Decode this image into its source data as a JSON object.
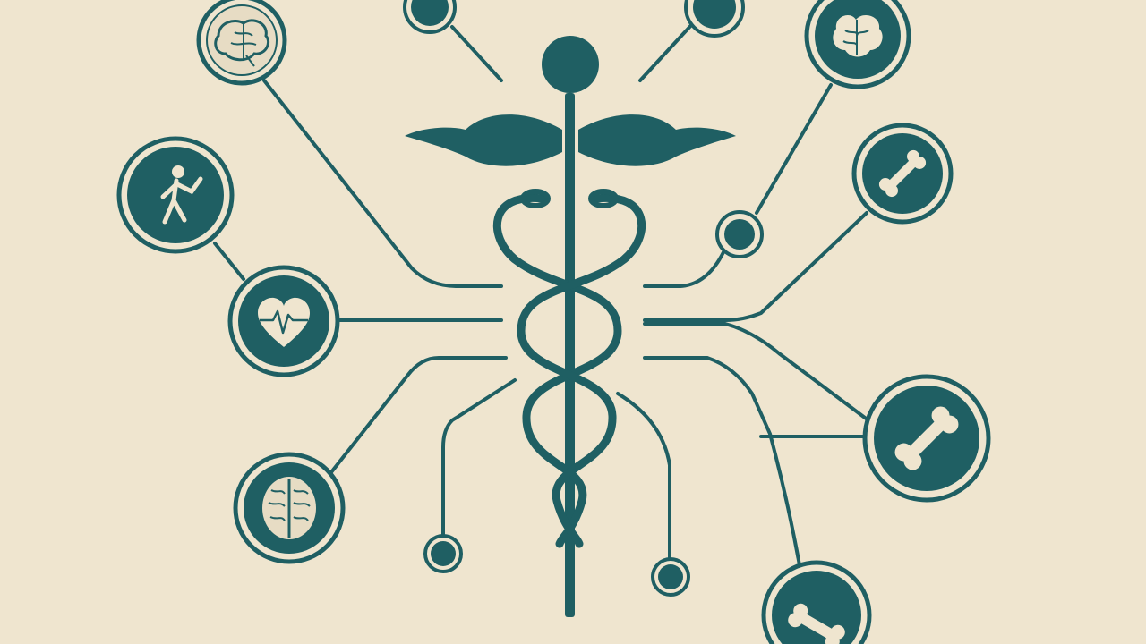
{
  "colors": {
    "background": "#efe5cf",
    "primary": "#1f5f63",
    "inner_light": "#e7dcc4"
  },
  "center": {
    "symbol": "caduceus-icon"
  },
  "nodes": [
    {
      "id": "brain-top-left",
      "icon": "brain-icon"
    },
    {
      "id": "brain-top-right",
      "icon": "brain-icon"
    },
    {
      "id": "runner",
      "icon": "runner-icon"
    },
    {
      "id": "bone-upper-right",
      "icon": "bone-icon"
    },
    {
      "id": "heart",
      "icon": "heart-pulse-icon"
    },
    {
      "id": "bone-right",
      "icon": "bone-icon"
    },
    {
      "id": "brain-bottom-left",
      "icon": "brain-icon"
    },
    {
      "id": "bone-bottom-right",
      "icon": "bone-icon"
    }
  ],
  "endpoints": [
    {
      "id": "top-left-dot",
      "icon": "dot-icon"
    },
    {
      "id": "top-right-dot",
      "icon": "dot-icon"
    },
    {
      "id": "right-mid-dot",
      "icon": "dot-icon"
    },
    {
      "id": "bottom-left-dot",
      "icon": "dot-icon"
    },
    {
      "id": "bottom-right-dot",
      "icon": "dot-icon"
    }
  ]
}
